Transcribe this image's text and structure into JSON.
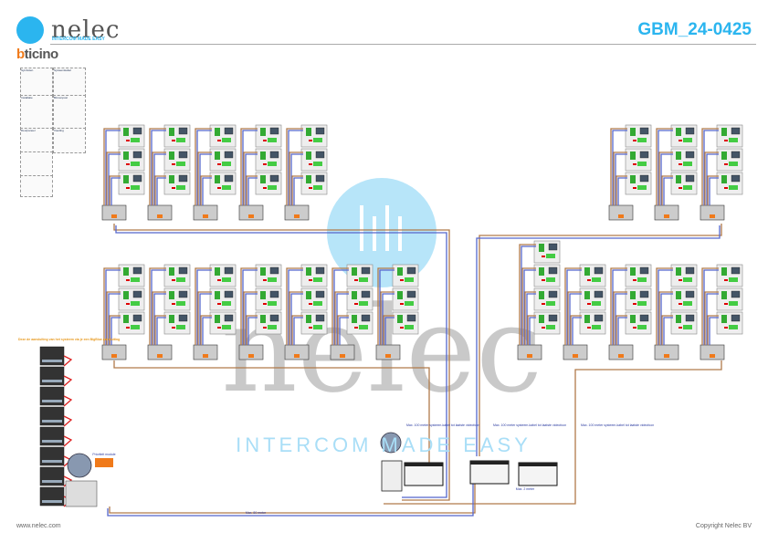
{
  "header": {
    "brand": "nelec",
    "tagline": "INTERCOM MADE EASY",
    "partner_brand_b": "b",
    "partner_brand_rest": "ticino",
    "document_id": "GBM_24-0425"
  },
  "watermark": {
    "brand": "nelec",
    "tagline": "INTERCOM MADE EASY"
  },
  "legend": {
    "items": [
      "Symbolen",
      "Systeemkabel",
      "Installatie",
      "Binnenpost",
      "Deurpaneel",
      "Voeding"
    ]
  },
  "diagram": {
    "top_left_groups": [
      3,
      3,
      3,
      3,
      3
    ],
    "top_right_groups": [
      3,
      3,
      3
    ],
    "mid_left_groups": [
      3,
      3,
      3,
      3,
      3,
      3,
      3
    ],
    "mid_right_groups": [
      4,
      3,
      3,
      3,
      3
    ],
    "door_panel_count": 8,
    "notes": [
      "Max. 100 meter systeem-kabel tot laatste videofoon",
      "Max. 100 meter systeem-kabel tot laatste videofoon",
      "Max. 100 meter systeem-kabel tot laatste videofoon"
    ],
    "distance_bottom": "Max. 80 meter",
    "distance_controllers": "Max. 2 meter",
    "left_column_title": "Deze de aansluiting van het systeem via je een BigBlue aansluiting",
    "priority_label": "Prioriteit module"
  },
  "colors": {
    "accent": "#2bb5ef",
    "wire_brown": "#b07a4a",
    "wire_blue": "#5566cc",
    "device_gray": "#d8d8d8"
  },
  "footer": {
    "website": "www.nelec.com",
    "copyright": "Copyright Nelec BV"
  }
}
